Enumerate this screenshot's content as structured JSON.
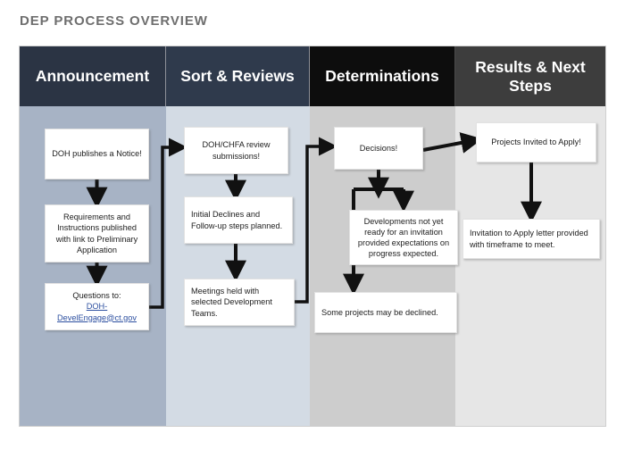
{
  "title": "DEP PROCESS OVERVIEW",
  "colors": {
    "title_text": "#6e6e6e",
    "col1_header": "#2b3444",
    "col2_header": "#2f3a4c",
    "col3_header": "#0d0d0d",
    "col4_header": "#3d3d3d",
    "col1_body": "#a7b3c5",
    "col2_body": "#d3dbe4",
    "col3_body": "#cdcdcd",
    "col4_body": "#e6e6e6",
    "link": "#2c4fa0",
    "connector": "#111111"
  },
  "columns": [
    {
      "header": "Announcement",
      "steps": [
        {
          "text": "DOH publishes a Notice!"
        },
        {
          "text": "Requirements and Instructions published with link to Preliminary Application"
        },
        {
          "prefix": "Questions to: ",
          "link": "DOH-DevelEngage@ct.gov"
        }
      ]
    },
    {
      "header": "Sort & Reviews",
      "steps": [
        {
          "text": "DOH/CHFA review submissions!"
        },
        {
          "text": "Initial Declines and Follow-up steps planned."
        },
        {
          "text": "Meetings held with selected Development Teams."
        }
      ]
    },
    {
      "header": "Determinations",
      "steps": [
        {
          "text": "Decisions!"
        },
        {
          "text": "Developments not yet ready for an invitation provided expectations on progress expected."
        },
        {
          "text": "Some projects may be declined."
        }
      ]
    },
    {
      "header": "Results & Next Steps",
      "steps": [
        {
          "text": "Projects Invited to Apply!"
        },
        {
          "text": "Invitation to Apply letter provided with timeframe to meet."
        }
      ]
    }
  ]
}
